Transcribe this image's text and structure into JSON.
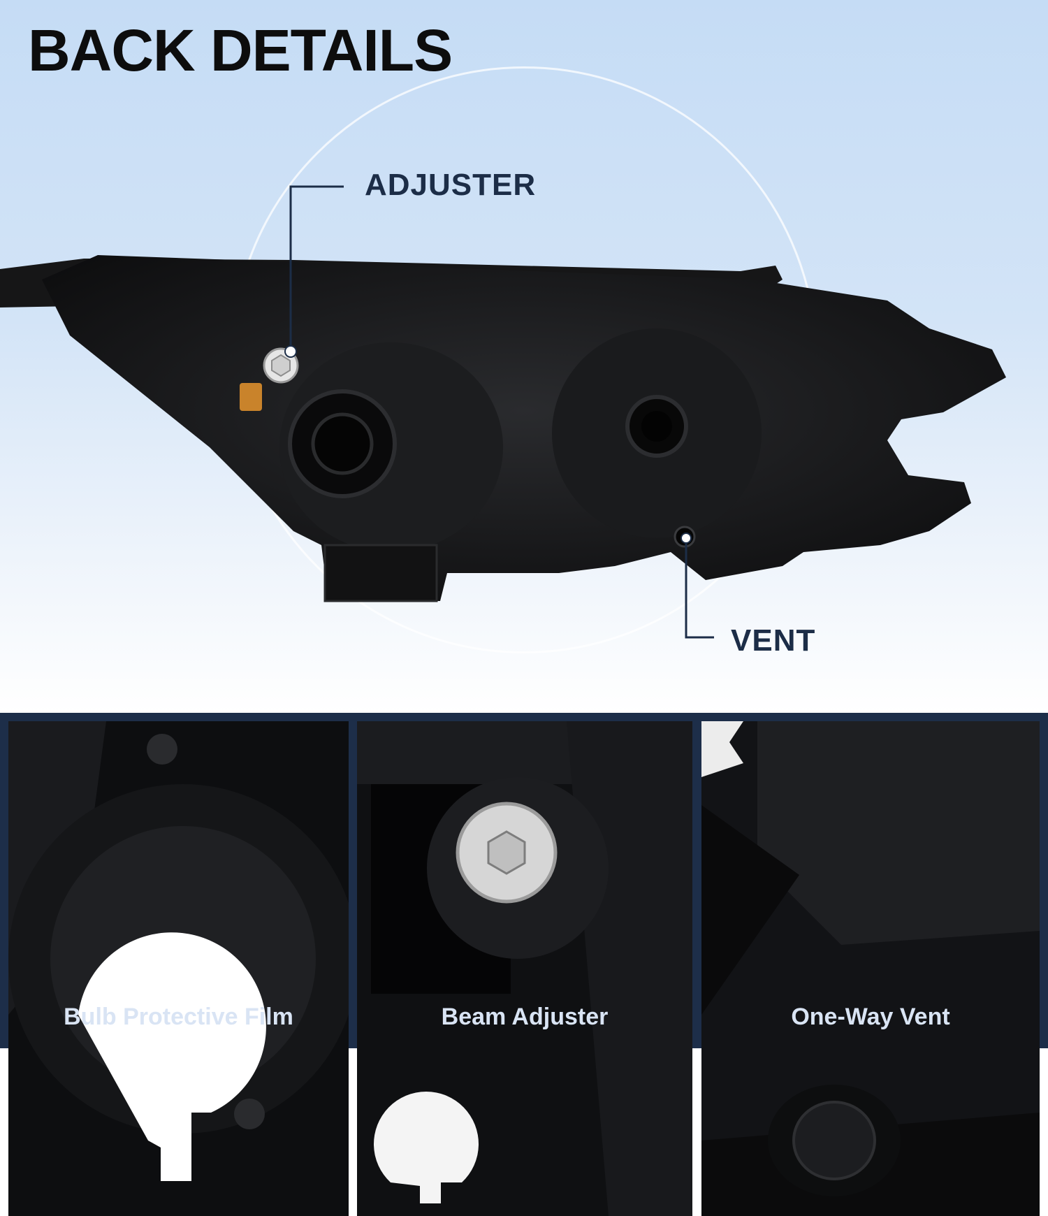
{
  "title": "BACK DETAILS",
  "callouts": {
    "adjuster": "ADJUSTER",
    "vent": "VENT"
  },
  "details": [
    {
      "caption": "Bulb Protective Film"
    },
    {
      "caption": "Beam Adjuster"
    },
    {
      "caption": "One-Way Vent"
    }
  ],
  "colors": {
    "title": "#0d0d0d",
    "callout_text": "#1c2d47",
    "callout_line": "#1c2d47",
    "bottom_band": "#1d2e49",
    "caption_text": "#d9e4f4"
  }
}
